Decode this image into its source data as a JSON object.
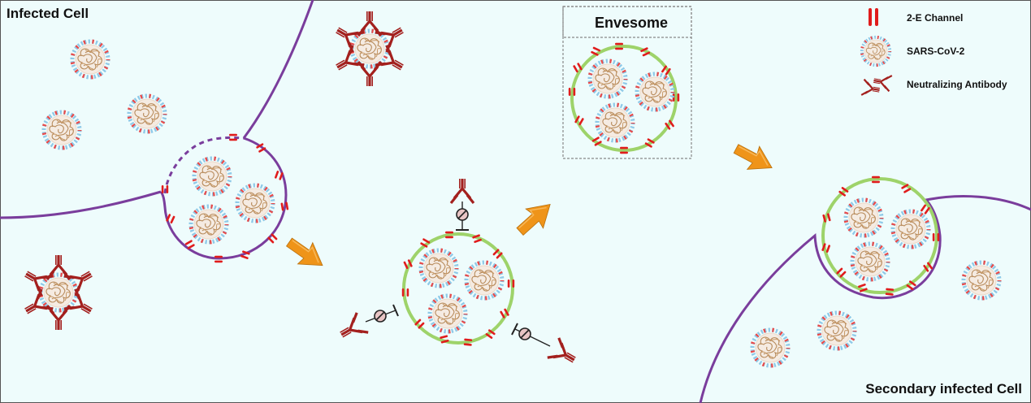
{
  "labels": {
    "infected_cell": "Infected  Cell",
    "envesome": "Envesome",
    "secondary_cell": "Secondary infected Cell"
  },
  "legend": [
    {
      "key": "channel",
      "label": "2-E Channel"
    },
    {
      "key": "virus",
      "label": "SARS-CoV-2"
    },
    {
      "key": "antibody",
      "label": "Neutralizing Antibody"
    }
  ],
  "colors": {
    "background": "#eefcfc",
    "cell_membrane": "#7a3d9c",
    "vesicle_membrane": "#9ed36a",
    "channel": "#e01c1c",
    "antibody": "#a3201e",
    "arrow": "#ef9419",
    "virus_spike_red": "#e84a4a",
    "virus_spike_blue": "#8ec9e8",
    "virus_rna": "#b78a5a",
    "inhibitor": "#e8c4c4"
  },
  "icons": [
    "channel-icon",
    "virus-icon",
    "antibody-icon",
    "arrow-icon",
    "inhibitor-icon"
  ]
}
